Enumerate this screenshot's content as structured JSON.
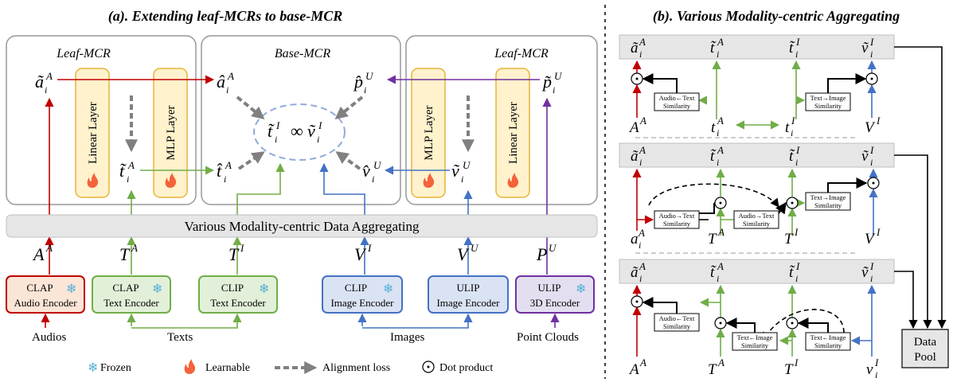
{
  "left": {
    "title": "(a). Extending leaf-MCRs to base-MCR",
    "leaf_left_title": "Leaf-MCR",
    "base_title": "Base-MCR",
    "leaf_right_title": "Leaf-MCR",
    "linear_layer": "Linear Layer",
    "mlp_layer": "MLP Layer",
    "aggregating_bar": "Various Modality-centric Data Aggregating",
    "encoders": [
      {
        "line1": "CLAP",
        "line2": "Audio Encoder"
      },
      {
        "line1": "CLAP",
        "line2": "Text Encoder"
      },
      {
        "line1": "CLIP",
        "line2": "Text Encoder"
      },
      {
        "line1": "CLIP",
        "line2": "Image Encoder"
      },
      {
        "line1": "ULIP",
        "line2": "Image Encoder"
      },
      {
        "line1": "ULIP",
        "line2": "3D Encoder"
      }
    ],
    "inputs": [
      "Audios",
      "Texts",
      "Images",
      "Point Clouds"
    ],
    "legend": {
      "frozen": "Frozen",
      "learnable": "Learnable",
      "alignment": "Alignment loss",
      "dot": "Dot product"
    }
  },
  "right": {
    "title": "(b). Various Modality-centric Aggregating",
    "sim_audio_from_text": {
      "line1": "Audio←Text",
      "line2": "Similarity"
    },
    "sim_text_to_image": {
      "line1": "Text→Image",
      "line2": "Similarity"
    },
    "sim_audio_to_text": {
      "line1": "Audio→Text",
      "line2": "Similarity"
    },
    "sim_text_from_image": {
      "line1": "Text←Image",
      "line2": "Similarity"
    },
    "data_pool": {
      "line1": "Data",
      "line2": "Pool"
    }
  },
  "colors": {
    "red": "#c00000",
    "green": "#70ad47",
    "blue": "#4472c4",
    "purple": "#7030a0",
    "gray": "#808080"
  }
}
